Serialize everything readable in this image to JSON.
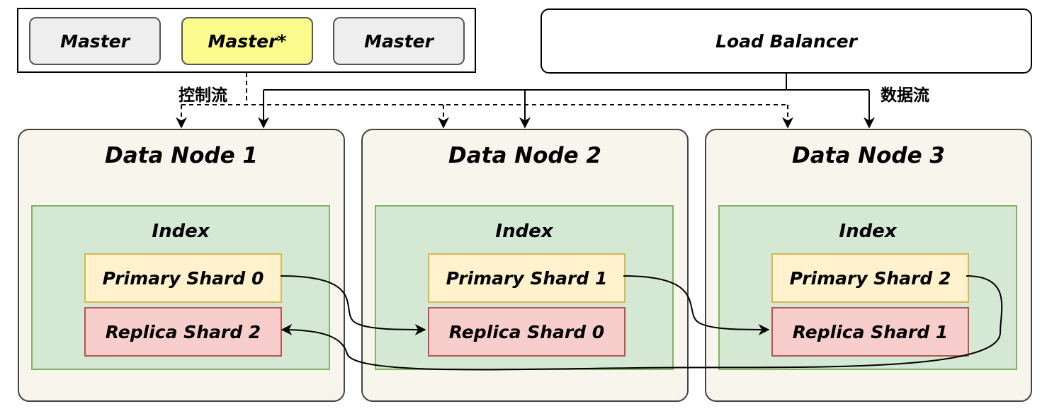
{
  "masters": [
    {
      "label": "Master"
    },
    {
      "label": "Master*"
    },
    {
      "label": "Master"
    }
  ],
  "load_balancer": {
    "label": "Load Balancer"
  },
  "flows": {
    "control": "控制流",
    "data": "数据流"
  },
  "nodes": [
    {
      "title": "Data Node 1",
      "index_label": "Index",
      "primary": "Primary Shard 0",
      "replica": "Replica Shard 2"
    },
    {
      "title": "Data Node 2",
      "index_label": "Index",
      "primary": "Primary Shard 1",
      "replica": "Replica Shard 0"
    },
    {
      "title": "Data Node 3",
      "index_label": "Index",
      "primary": "Primary Shard 2",
      "replica": "Replica Shard 1"
    }
  ],
  "colors": {
    "master_active": "#fbfa8c",
    "master": "#eeeeee",
    "node_bg": "#f8f5ec",
    "index_bg": "#d5e8d4",
    "primary_bg": "#fff2cc",
    "replica_bg": "#f8cecc"
  }
}
